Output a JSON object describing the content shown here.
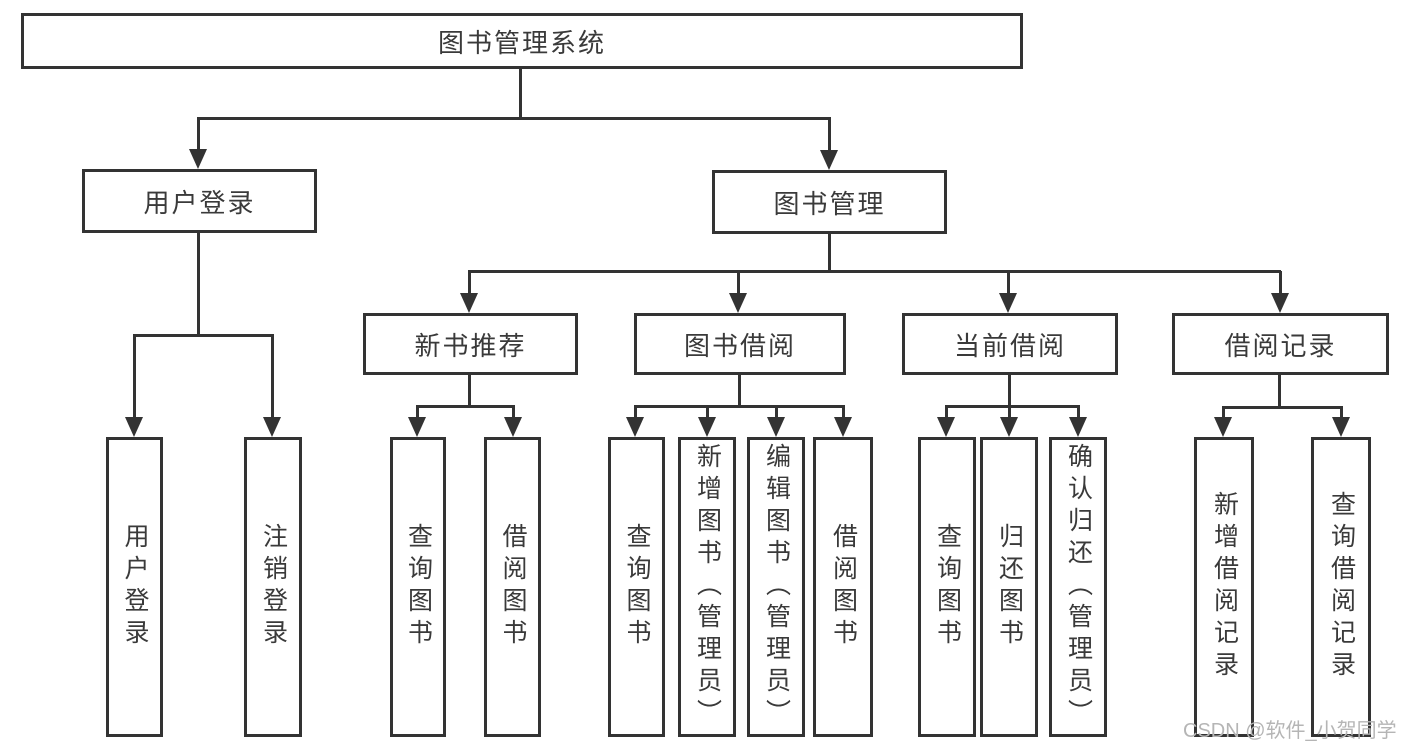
{
  "tree": {
    "label": "图书管理系统",
    "children": [
      {
        "label": "用户登录",
        "children": [
          {
            "label": "用户登录"
          },
          {
            "label": "注销登录"
          }
        ]
      },
      {
        "label": "图书管理",
        "children": [
          {
            "label": "新书推荐",
            "children": [
              {
                "label": "查询图书"
              },
              {
                "label": "借阅图书"
              }
            ]
          },
          {
            "label": "图书借阅",
            "children": [
              {
                "label": "查询图书"
              },
              {
                "label": "新增图书（管理员）"
              },
              {
                "label": "编辑图书（管理员）"
              },
              {
                "label": "借阅图书"
              }
            ]
          },
          {
            "label": "当前借阅",
            "children": [
              {
                "label": "查询图书"
              },
              {
                "label": "归还图书"
              },
              {
                "label": "确认归还（管理员）"
              }
            ]
          },
          {
            "label": "借阅记录",
            "children": [
              {
                "label": "新增借阅记录"
              },
              {
                "label": "查询借阅记录"
              }
            ]
          }
        ]
      }
    ]
  },
  "watermark": {
    "text": "CSDN @软件_小贺同学"
  },
  "colors": {
    "line": "#333333",
    "text": "#3a3a3a",
    "watermark": "#b5b5b5",
    "background": "#ffffff"
  }
}
